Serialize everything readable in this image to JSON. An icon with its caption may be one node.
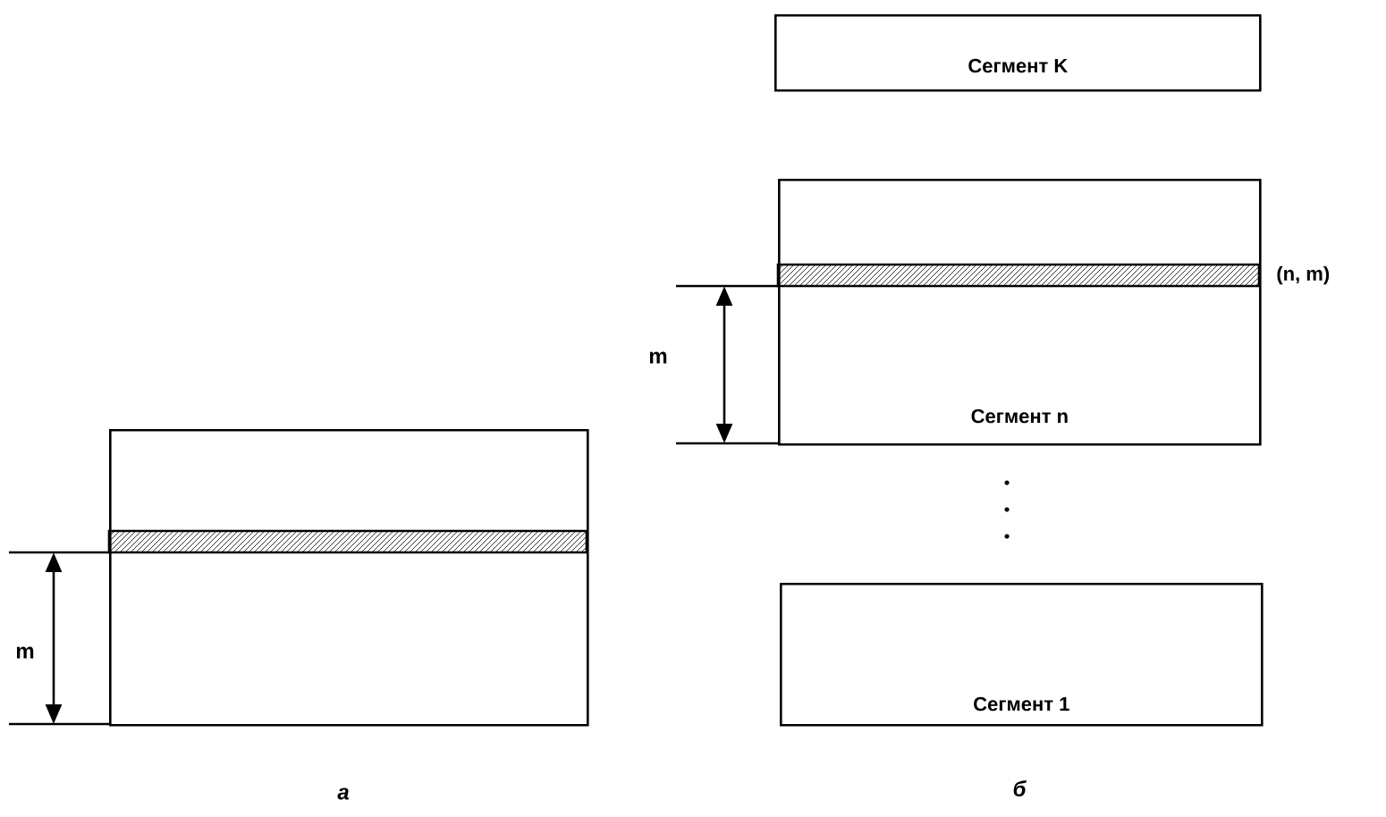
{
  "diagram": {
    "nodes": [
      {
        "text": [],
        "shape": "box"
      },
      {
        "text": [
          "Сегмент K"
        ]
      },
      {
        "text": [
          "Сегмент n"
        ],
        "beside": [
          "(n, m)"
        ]
      },
      {
        "text": [
          "Сегмент 1"
        ]
      }
    ],
    "labels": [
      "m",
      "m",
      "а",
      "б"
    ]
  }
}
